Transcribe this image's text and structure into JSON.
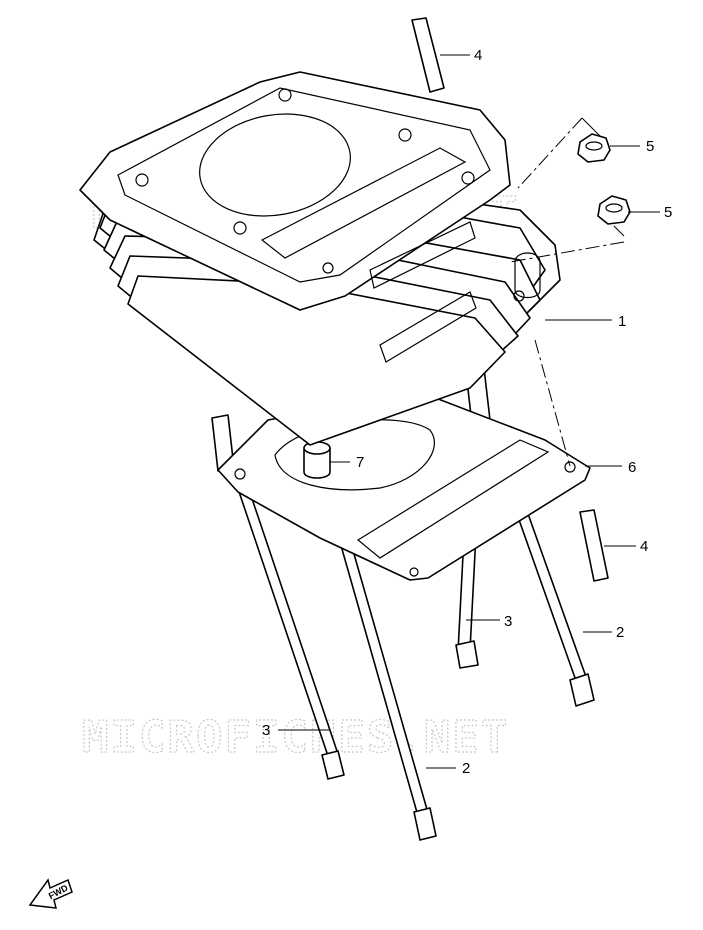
{
  "watermark": "MICROFICHES.NET",
  "fwd_label": "FWD",
  "callouts": {
    "cylinder": "1",
    "stud_long": "2",
    "stud_long_b": "2",
    "stud_mid": "3",
    "stud_mid_b": "3",
    "stud_short_top": "4",
    "stud_short_side": "4",
    "nut_a": "5",
    "nut_b": "5",
    "gasket": "6",
    "dowel": "7"
  }
}
